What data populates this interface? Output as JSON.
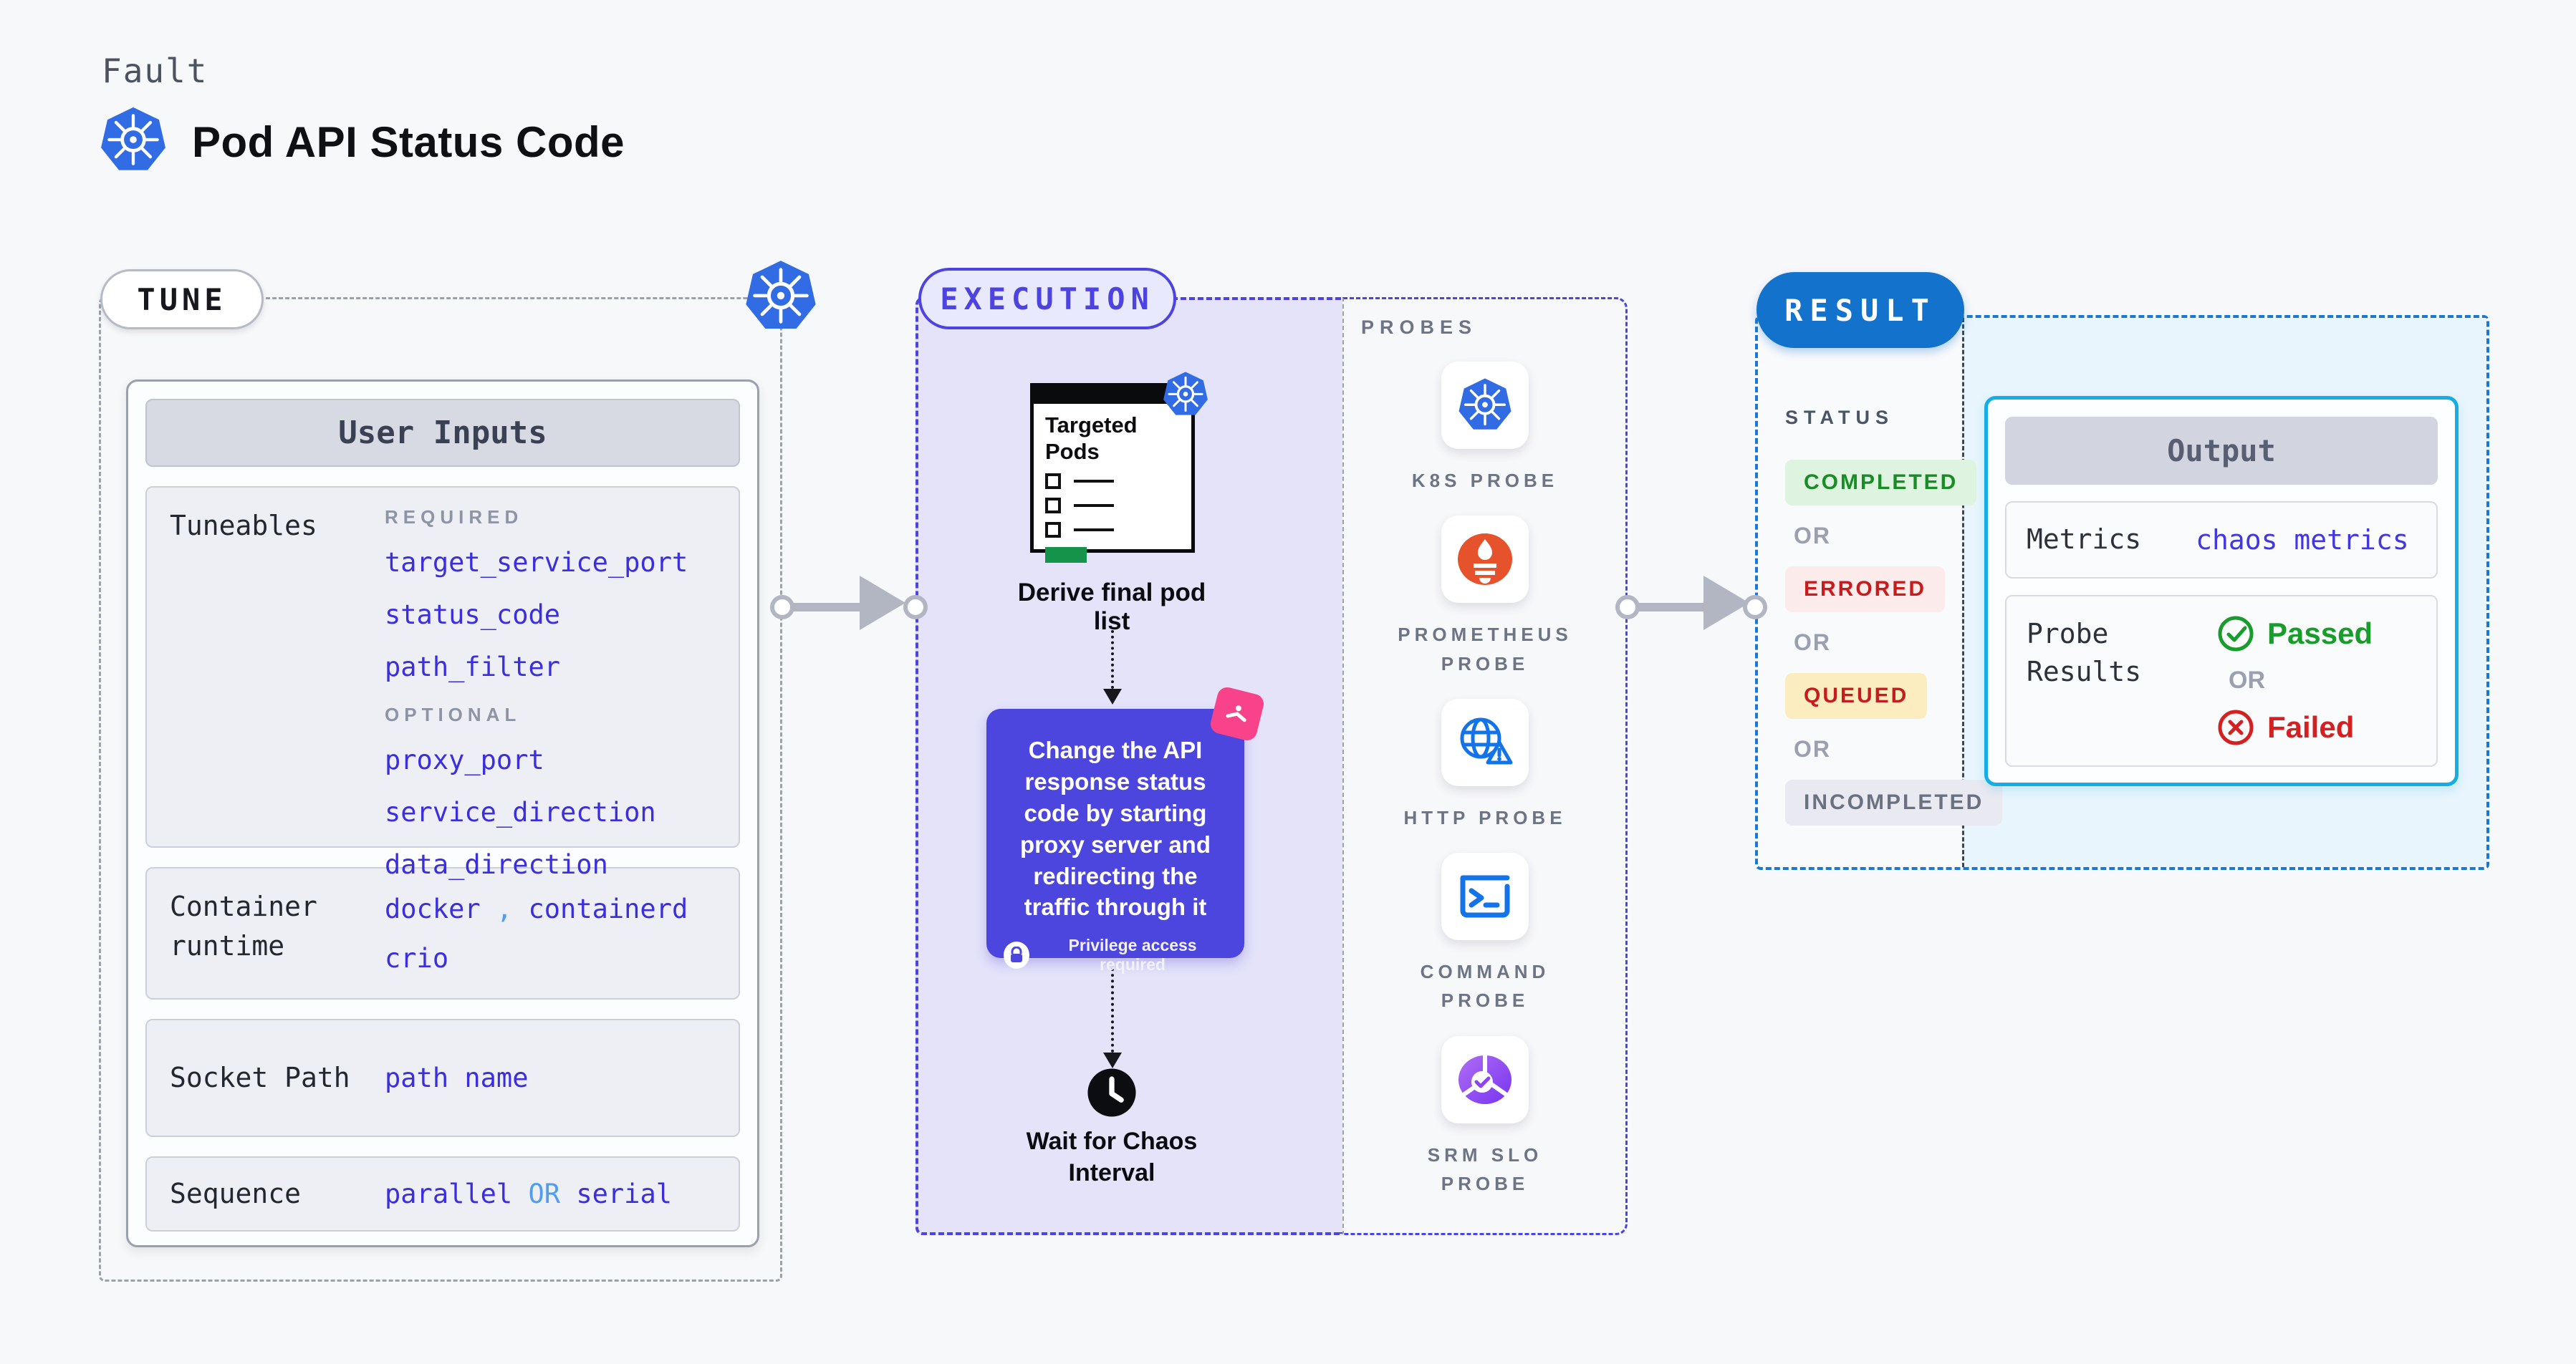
{
  "header": {
    "category": "Fault",
    "title": "Pod API Status Code"
  },
  "tune": {
    "label": "TUNE",
    "user_inputs_title": "User Inputs",
    "tuneables_label": "Tuneables",
    "required_label": "REQUIRED",
    "optional_label": "OPTIONAL",
    "required": [
      "target_service_port",
      "status_code",
      "path_filter"
    ],
    "optional": [
      "proxy_port",
      "service_direction",
      "data_direction"
    ],
    "container_runtime_label": "Container runtime",
    "runtime_values": [
      "docker",
      "containerd",
      "crio"
    ],
    "runtime_separator": ",",
    "socket_path_label": "Socket Path",
    "socket_path_value": "path name",
    "sequence_label": "Sequence",
    "sequence_a": "parallel",
    "sequence_or": "OR",
    "sequence_b": "serial"
  },
  "execution": {
    "label": "EXECUTION",
    "targeted_pods_title": "Targeted Pods",
    "derive_caption": "Derive final pod list",
    "action_text": "Change the API response status code by starting proxy server and redirecting the traffic through it",
    "privilege_note": "Privilege access required",
    "wait_caption": "Wait for Chaos Interval"
  },
  "probes": {
    "label": "PROBES",
    "items": [
      {
        "name": "K8S PROBE",
        "icon": "kubernetes-icon"
      },
      {
        "name": "PROMETHEUS PROBE",
        "icon": "prometheus-icon"
      },
      {
        "name": "HTTP PROBE",
        "icon": "http-globe-warning-icon"
      },
      {
        "name": "COMMAND PROBE",
        "icon": "terminal-icon"
      },
      {
        "name": "SRM SLO PROBE",
        "icon": "slo-pie-check-icon"
      }
    ]
  },
  "result": {
    "label": "RESULT",
    "status_label": "STATUS",
    "or_label": "OR",
    "statuses": [
      {
        "text": "COMPLETED",
        "color": "#188c25",
        "bg": "#def3e0"
      },
      {
        "text": "ERRORED",
        "color": "#c51d1d",
        "bg": "#fcebeb"
      },
      {
        "text": "QUEUED",
        "color": "#c51d1d",
        "bg": "#fcedc0"
      },
      {
        "text": "INCOMPLETED",
        "color": "#6a7181",
        "bg": "#e9eaf1"
      }
    ],
    "output": {
      "title": "Output",
      "metrics_label": "Metrics",
      "metrics_value": "chaos metrics",
      "probe_results_label": "Probe Results",
      "passed_label": "Passed",
      "or_label": "OR",
      "failed_label": "Failed"
    }
  },
  "colors": {
    "accent_indigo": "#4c45de",
    "accent_blue": "#1272cc",
    "accent_cyan": "#16ade4",
    "value_blue": "#3a2ede",
    "separator_lightblue": "#4f9df1",
    "passed_green": "#189c2b",
    "failed_red": "#d32121",
    "kubernetes_blue": "#326ce5",
    "prometheus_orange": "#e6522c",
    "chaos_pink": "#f8428a",
    "execution_fill": "#e4e3fa",
    "result_fill": "#e8f5fd"
  }
}
